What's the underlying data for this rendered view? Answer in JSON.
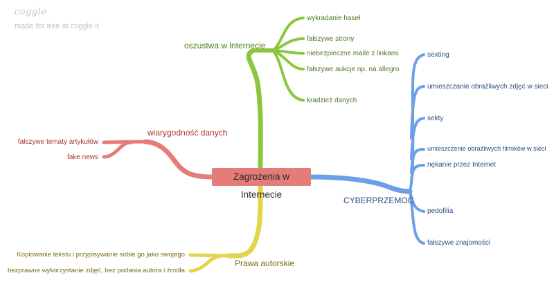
{
  "brand": {
    "logo": "coggle",
    "tagline": "made for free at coggle.it"
  },
  "root": {
    "label": "Zagrożenia w Internecie"
  },
  "branches": {
    "fraud": {
      "label": "oszustwa w internecie",
      "color": "#8cc63e",
      "text_color": "#4d7a1e",
      "items": [
        "wykradanie haseł",
        "fałszywe strony",
        "niebezpieczne maile z linkami",
        "fałszywe aukcje np. na allegro",
        "kradzież danych"
      ]
    },
    "credibility": {
      "label": "wiarygodność danych",
      "color": "#e47c7a",
      "text_color": "#a83230",
      "items": [
        "fałszywe tematy artykułów",
        "fake news"
      ]
    },
    "cyber": {
      "label": "CYBERPRZEMOC",
      "color": "#6d9fe6",
      "text_color": "#2e4d84",
      "items": [
        "sexting",
        "umieszczanie obraźliwych zdjęć w sieci",
        "sekty",
        "umieszczenie obraźliwych filmików w sieci",
        "nękanie przez Internet",
        "pedofilia",
        "fałszywe znajomości"
      ]
    },
    "copyright": {
      "label": "Prawa autorskie",
      "color": "#e3d44c",
      "text_color": "#7a6b14",
      "items": [
        "Kopiowanie tekstu i przypisywanie sobie go jako swojego",
        "bezprawne wykorzystanie zdjęć, bez podania autora i źródła"
      ]
    }
  }
}
